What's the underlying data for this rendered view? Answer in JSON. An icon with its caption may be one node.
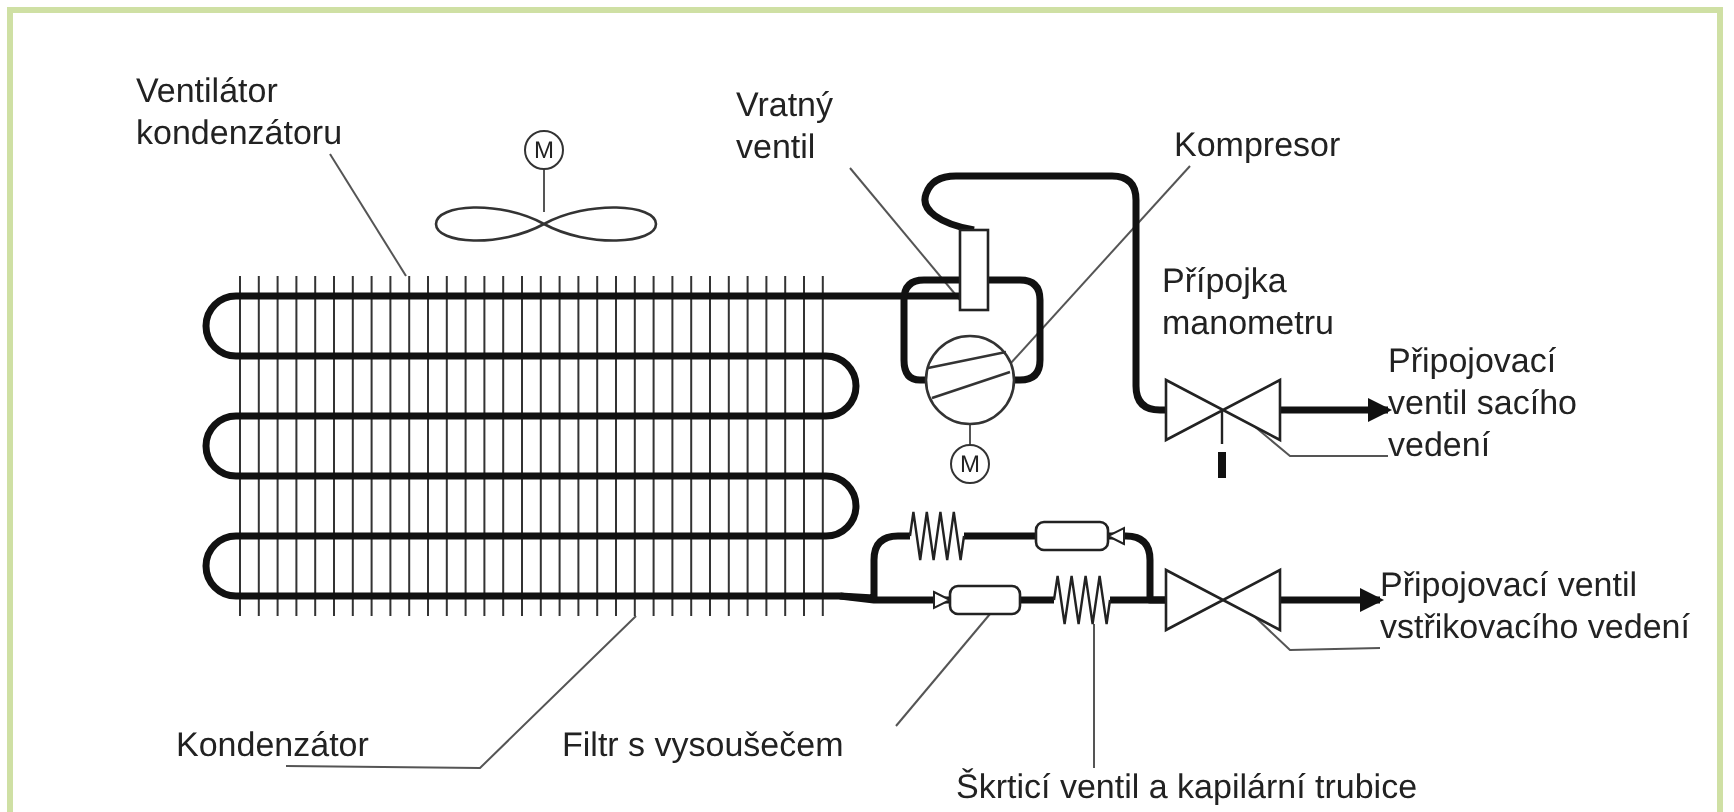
{
  "diagram": {
    "nodes": [
      {
        "text": [
          "Ventilátor kondenzátoru"
        ]
      },
      {
        "text": [
          "Vratný ventil"
        ]
      },
      {
        "text": [
          "Kompresor"
        ]
      },
      {
        "text": [
          "Přípojka manometru"
        ]
      },
      {
        "text": [
          "Připojovací ventil sacího vedení"
        ]
      },
      {
        "text": [
          "Připojovací ventil vstřikovacího vedení"
        ]
      },
      {
        "text": [
          "Kondenzátor"
        ]
      },
      {
        "text": [
          "Filtr s vysoušečem"
        ]
      },
      {
        "text": [
          "Škrticí ventil a kapilární trubice"
        ]
      },
      {
        "text": [],
        "shape": "picture"
      },
      {
        "text": [],
        "shape": "box"
      },
      {
        "text": [],
        "shape": "circle"
      },
      {
        "text": [
          "M"
        ]
      },
      {
        "text": [
          "M"
        ]
      },
      {
        "text": [],
        "shape": "picture"
      },
      {
        "text": [],
        "shape": "picture"
      },
      {
        "text": [],
        "shape": "picture"
      },
      {
        "text": [],
        "shape": "box"
      },
      {
        "text": [],
        "shape": "picture"
      },
      {
        "text": [],
        "shape": "picture"
      },
      {
        "text": [],
        "shape": "box"
      }
    ],
    "edges": [
      {
        "from": 0,
        "to": 9,
        "arrow": "none",
        "color": "#555555"
      },
      {
        "from": 1,
        "to": 10,
        "arrow": "none",
        "color": "#555555"
      },
      {
        "from": 2,
        "to": 11,
        "arrow": "none",
        "color": "#555555"
      },
      {
        "from": 4,
        "to": 15,
        "arrow": "none",
        "color": "#555555"
      },
      {
        "from": 5,
        "to": 16,
        "arrow": "none",
        "color": "#555555"
      },
      {
        "from": 6,
        "to": 9,
        "arrow": "none",
        "color": "#555555"
      },
      {
        "from": 7,
        "to": 17,
        "arrow": "none",
        "color": "#555555"
      },
      {
        "from": 8,
        "to": 18,
        "arrow": "none",
        "color": "#555555"
      },
      {
        "from": 13,
        "to": 14,
        "arrow": "none",
        "color": "#555555"
      },
      {
        "from": 11,
        "to": 12,
        "arrow": "none",
        "color": "#555555"
      },
      {
        "from": 9,
        "to": 10,
        "arrow": "none"
      },
      {
        "from": 10,
        "to": 11,
        "arrow": "none"
      },
      {
        "from": 10,
        "to": 11,
        "arrow": "none"
      },
      {
        "from": 10,
        "to": 15,
        "arrow": "none"
      },
      {
        "from": 9,
        "to": 17,
        "arrow": "to"
      },
      {
        "from": 9,
        "to": 19,
        "arrow": "none"
      },
      {
        "from": 17,
        "to": 18,
        "arrow": "none"
      },
      {
        "from": 18,
        "to": 16,
        "arrow": "none"
      },
      {
        "from": 19,
        "to": 20,
        "arrow": "none"
      },
      {
        "from": 16,
        "to": 20,
        "arrow": "to"
      },
      {
        "from": 15,
        "to": 4,
        "arrow": "to"
      },
      {
        "from": 16,
        "to": 5,
        "arrow": "to"
      }
    ]
  }
}
